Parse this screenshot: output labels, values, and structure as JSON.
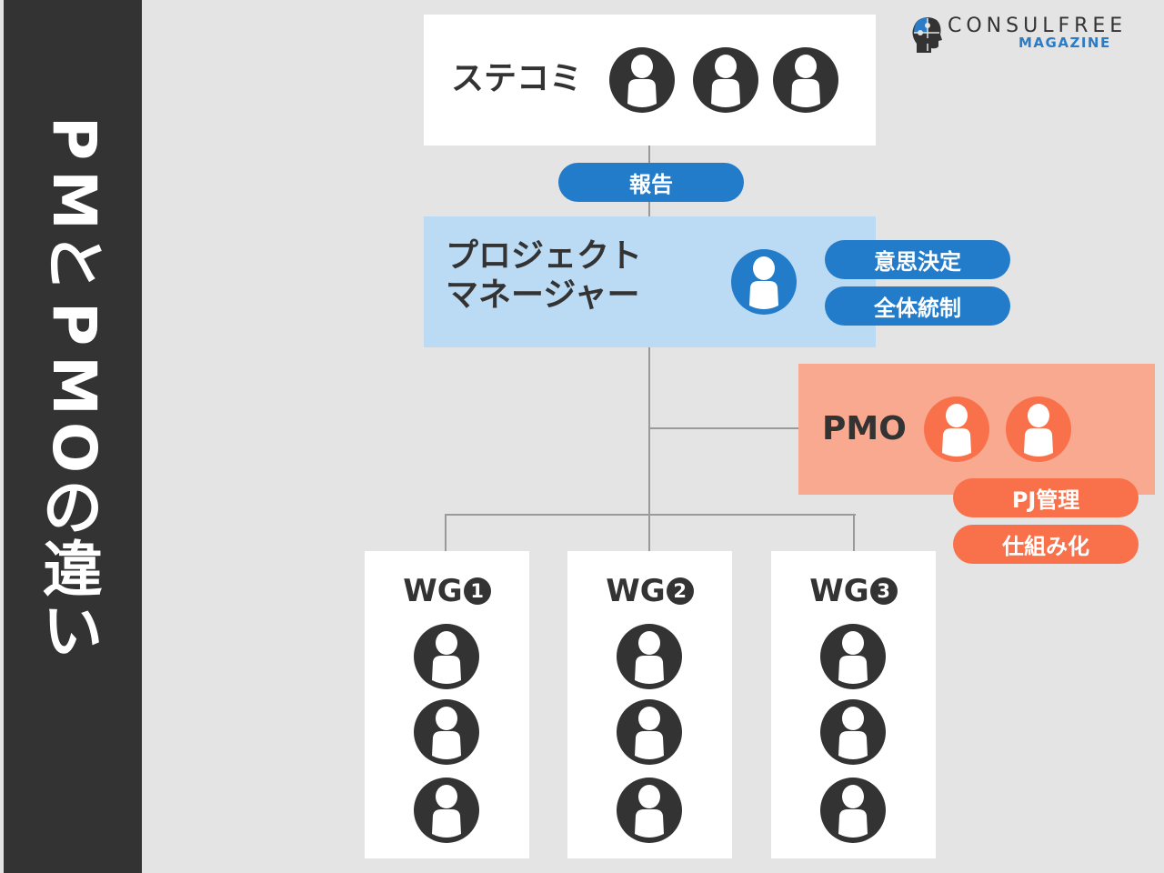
{
  "sidebar": {
    "title_chars": [
      "P",
      "M",
      "と",
      "P",
      "M",
      "O",
      "の",
      "違",
      "い"
    ],
    "title": "PMとPMOの違い",
    "background": "#333333"
  },
  "logo": {
    "line1": "CONSULFREE",
    "line2": "MAGAZINE",
    "icon": "head-puzzle-icon",
    "accent": "#2a7cc7"
  },
  "steering_committee": {
    "label": "ステコミ",
    "members": 3,
    "icon_color": "#333333"
  },
  "report_pill": {
    "label": "報告",
    "color": "#227cca"
  },
  "project_manager": {
    "label_line1": "プロジェクト",
    "label_line2": "マネージャー",
    "members": 1,
    "icon_color": "#227cca",
    "box_color": "#bbdaf3",
    "roles": [
      "意思決定",
      "全体統制"
    ]
  },
  "pmo": {
    "label": "PMO",
    "members": 2,
    "icon_color": "#f9714a",
    "box_color": "#f9a98f",
    "roles": [
      "PJ管理",
      "仕組み化"
    ]
  },
  "working_groups": [
    {
      "prefix": "WG",
      "number": "1",
      "members": 3
    },
    {
      "prefix": "WG",
      "number": "2",
      "members": 3
    },
    {
      "prefix": "WG",
      "number": "3",
      "members": 3
    }
  ]
}
